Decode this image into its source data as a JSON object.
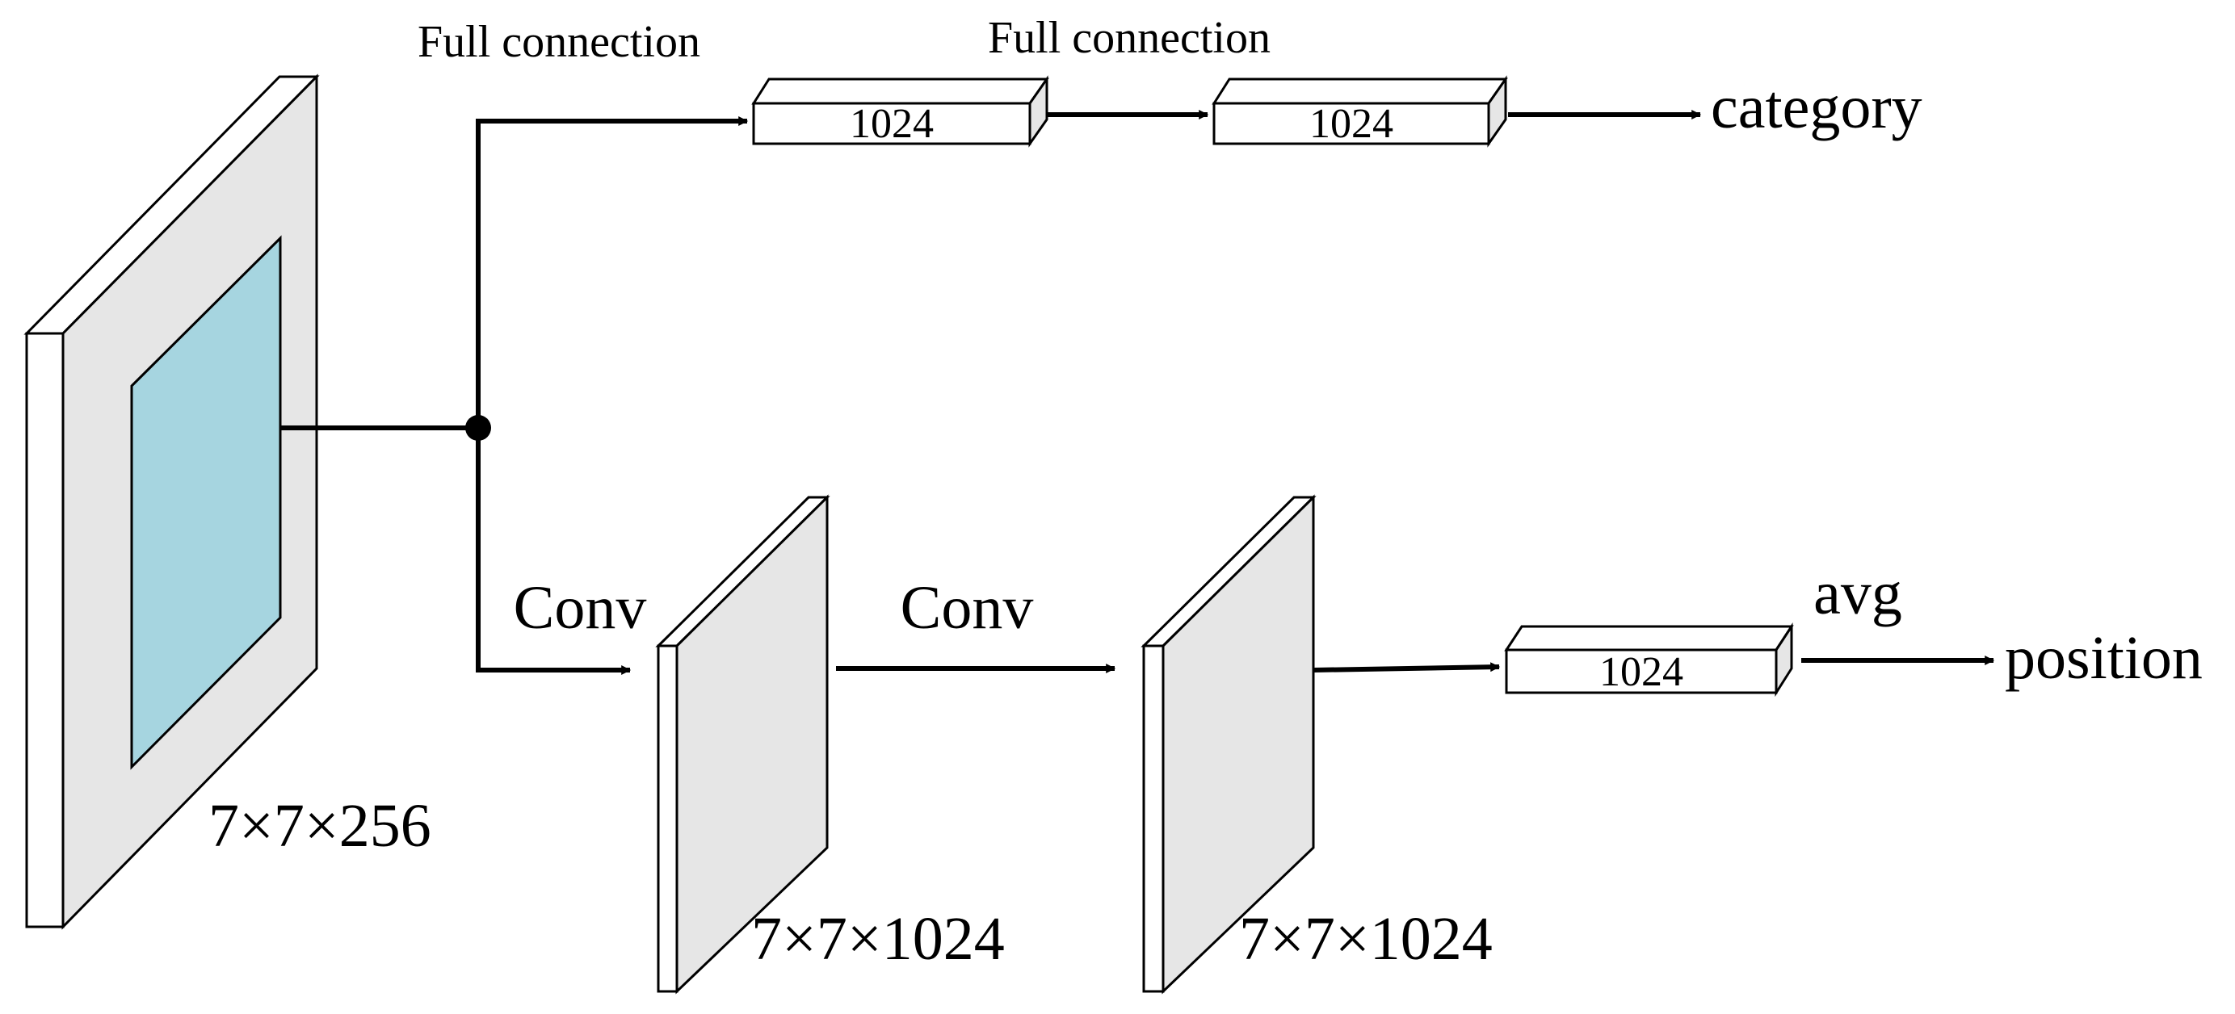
{
  "labels": {
    "fc_label_1": "Full connection",
    "fc_label_2": "Full connection",
    "conv_label_1": "Conv",
    "conv_label_2": "Conv",
    "avg_label": "avg",
    "category_output": "category",
    "position_output": "position",
    "roi_size": "7×7×256",
    "conv1_size": "7×7×1024",
    "conv2_size": "7×7×1024",
    "fc1_box": "1024",
    "fc2_box": "1024",
    "fc3_box": "1024"
  },
  "colors": {
    "roi_fill": "#a6d5e0",
    "layer_face": "#e6e6e6",
    "layer_side": "#ffffff",
    "stroke": "#000000"
  }
}
